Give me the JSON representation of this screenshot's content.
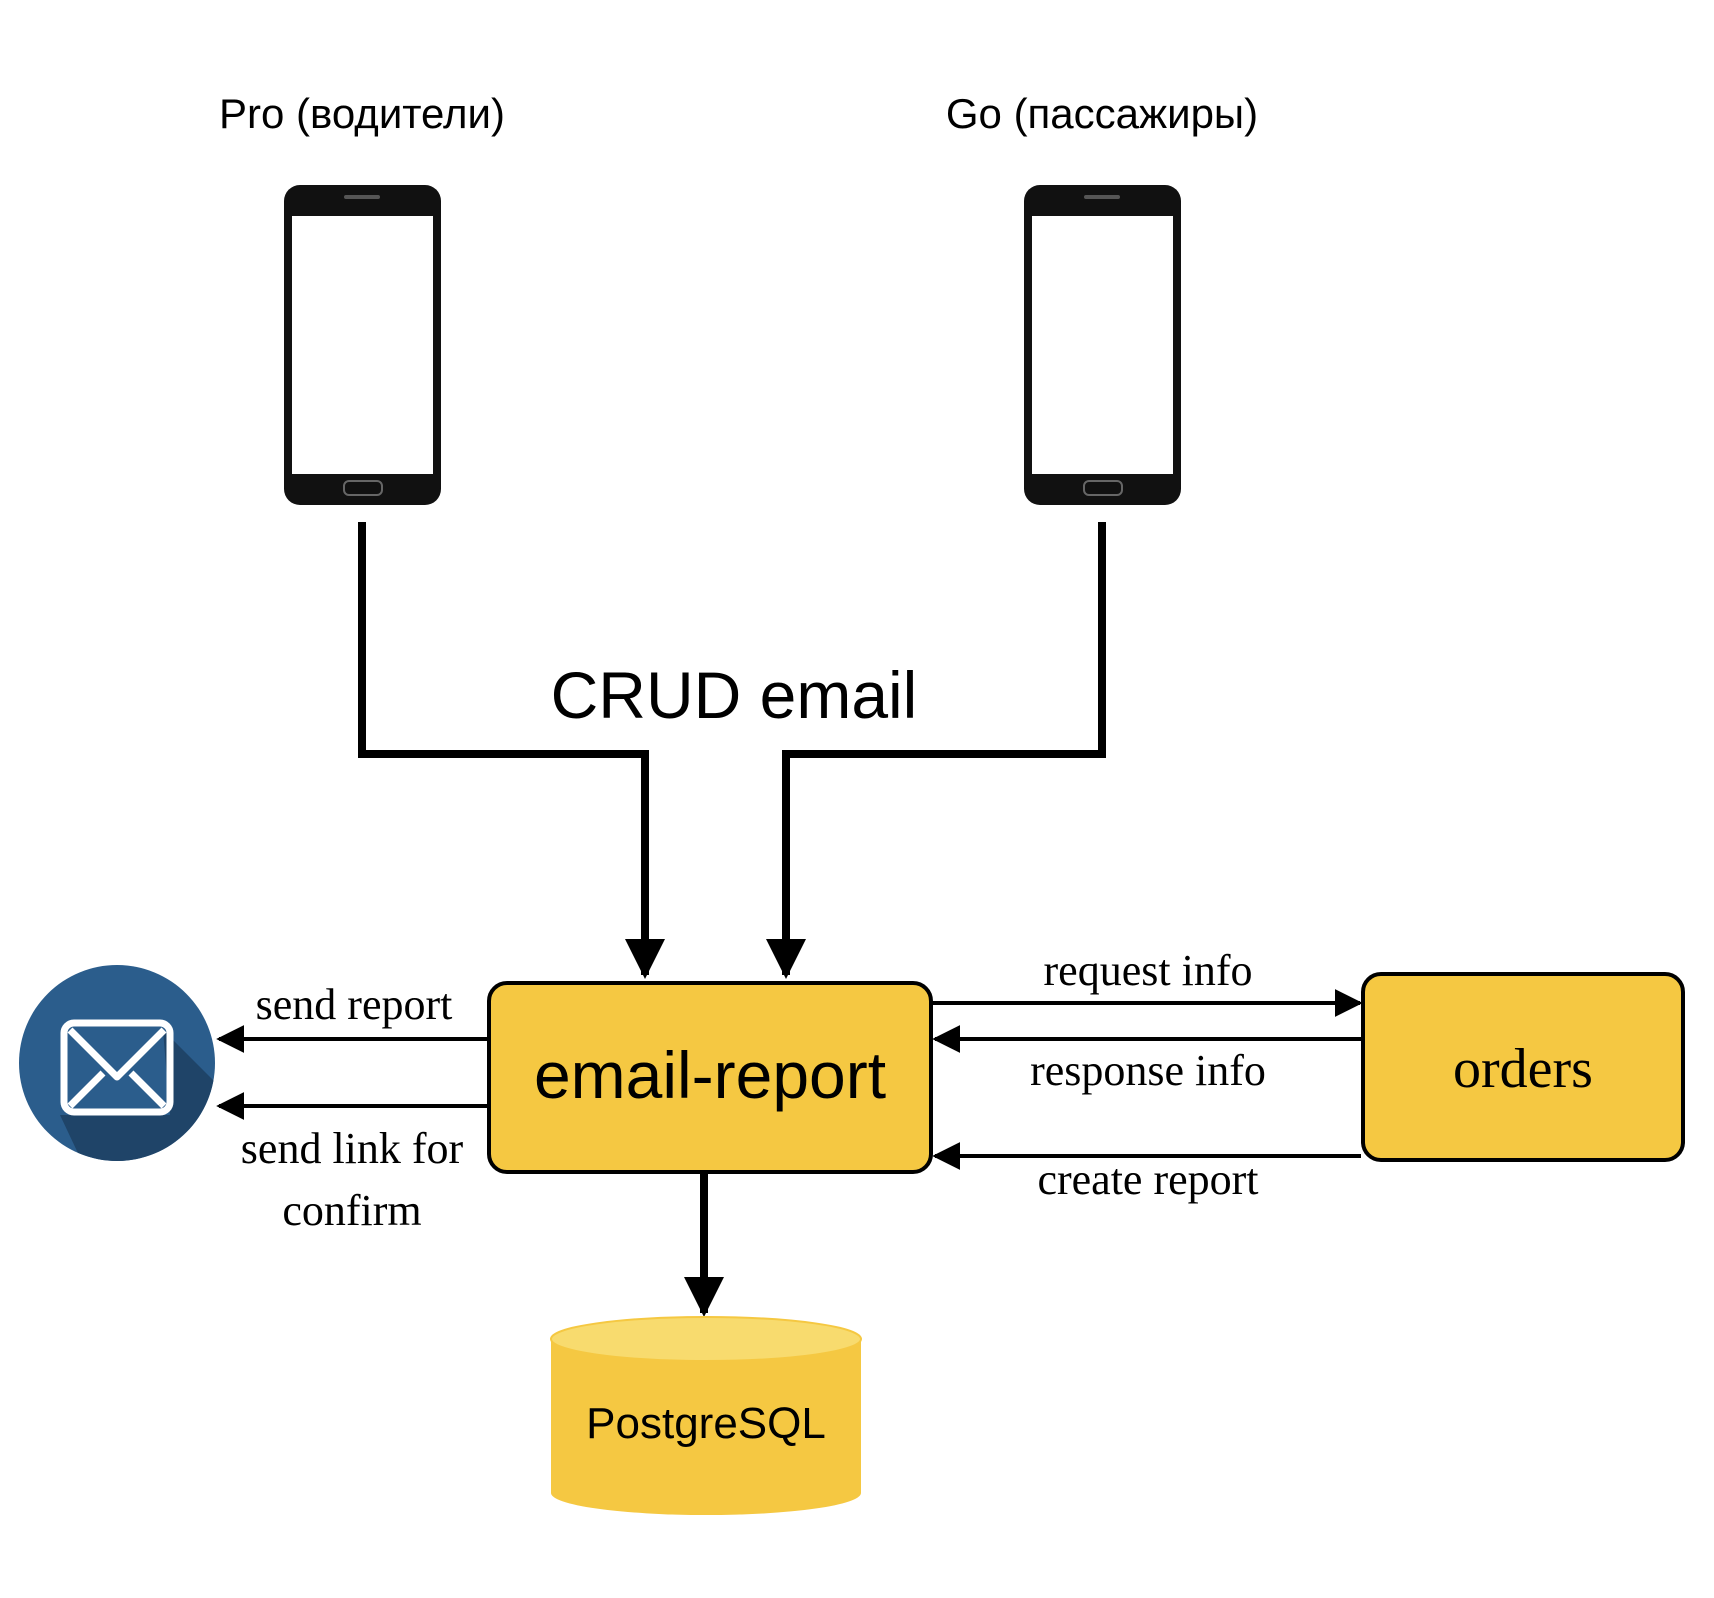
{
  "clients": {
    "pro_label": "Pro (водители)",
    "go_label": "Go (пассажиры)"
  },
  "crud_label": "CRUD email",
  "nodes": {
    "email_report": "email-report",
    "orders": "orders",
    "database": "PostgreSQL"
  },
  "edges": {
    "send_report": "send report",
    "send_link_line1": "send link for",
    "send_link_line2": "confirm",
    "request_info": "request info",
    "response_info": "response info",
    "create_report": "create report"
  },
  "icons": {
    "mail": "envelope-icon",
    "phone": "smartphone-icon",
    "database": "cylinder-database-icon"
  },
  "colors": {
    "node_fill": "#F5C842",
    "db_top": "#F8DB6E",
    "mail_circle": "#2B5D8C",
    "mail_shadow": "#1F4468",
    "stroke": "#000000"
  }
}
